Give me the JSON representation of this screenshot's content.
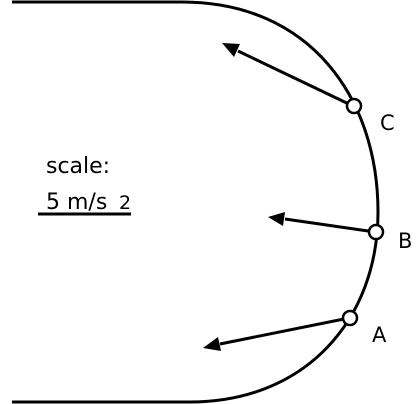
{
  "points": [
    {
      "label": "A"
    },
    {
      "label": "B"
    },
    {
      "label": "C"
    }
  ],
  "scale": {
    "title": "scale:",
    "value": "5 m/s",
    "exponent": "2"
  }
}
